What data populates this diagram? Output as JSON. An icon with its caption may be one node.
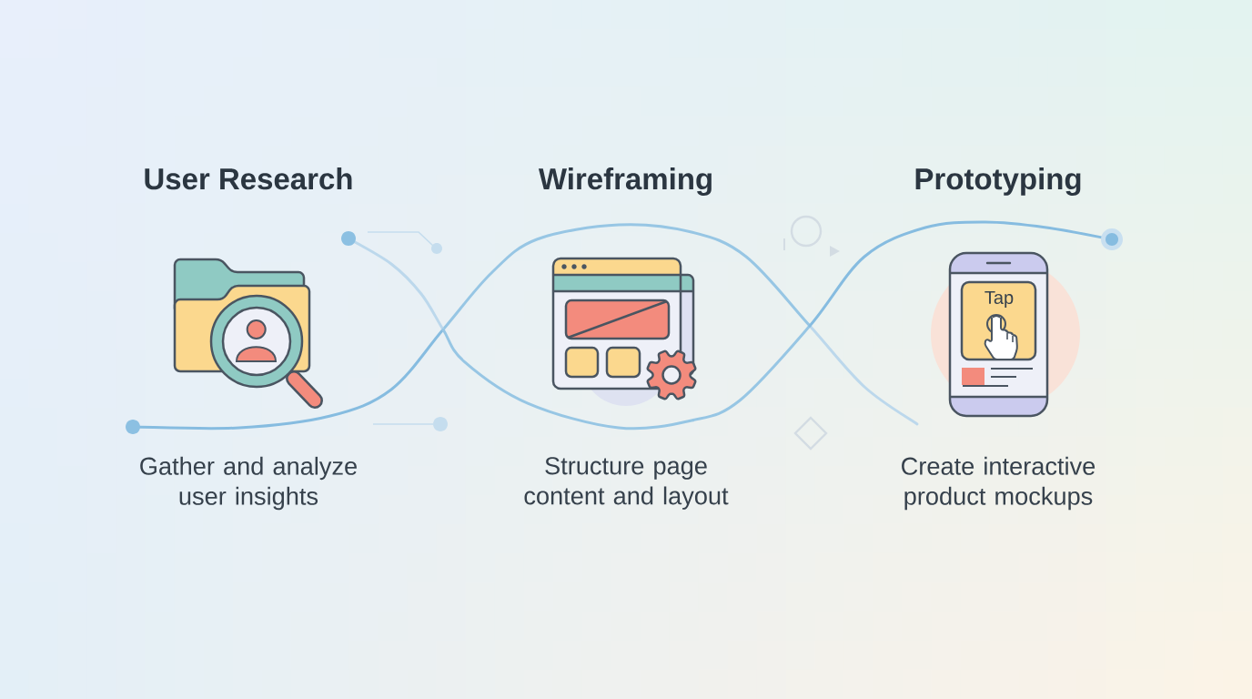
{
  "diagram": {
    "nodes": [
      {
        "text": [
          "User Research",
          "Gather and analyze user insights"
        ]
      },
      {
        "text": [
          "Wireframing",
          "Structure page content and layout"
        ]
      },
      {
        "text": [
          "Prototyping",
          "Create interactive product mockups"
        ]
      }
    ],
    "labels": [
      "Tap"
    ]
  }
}
